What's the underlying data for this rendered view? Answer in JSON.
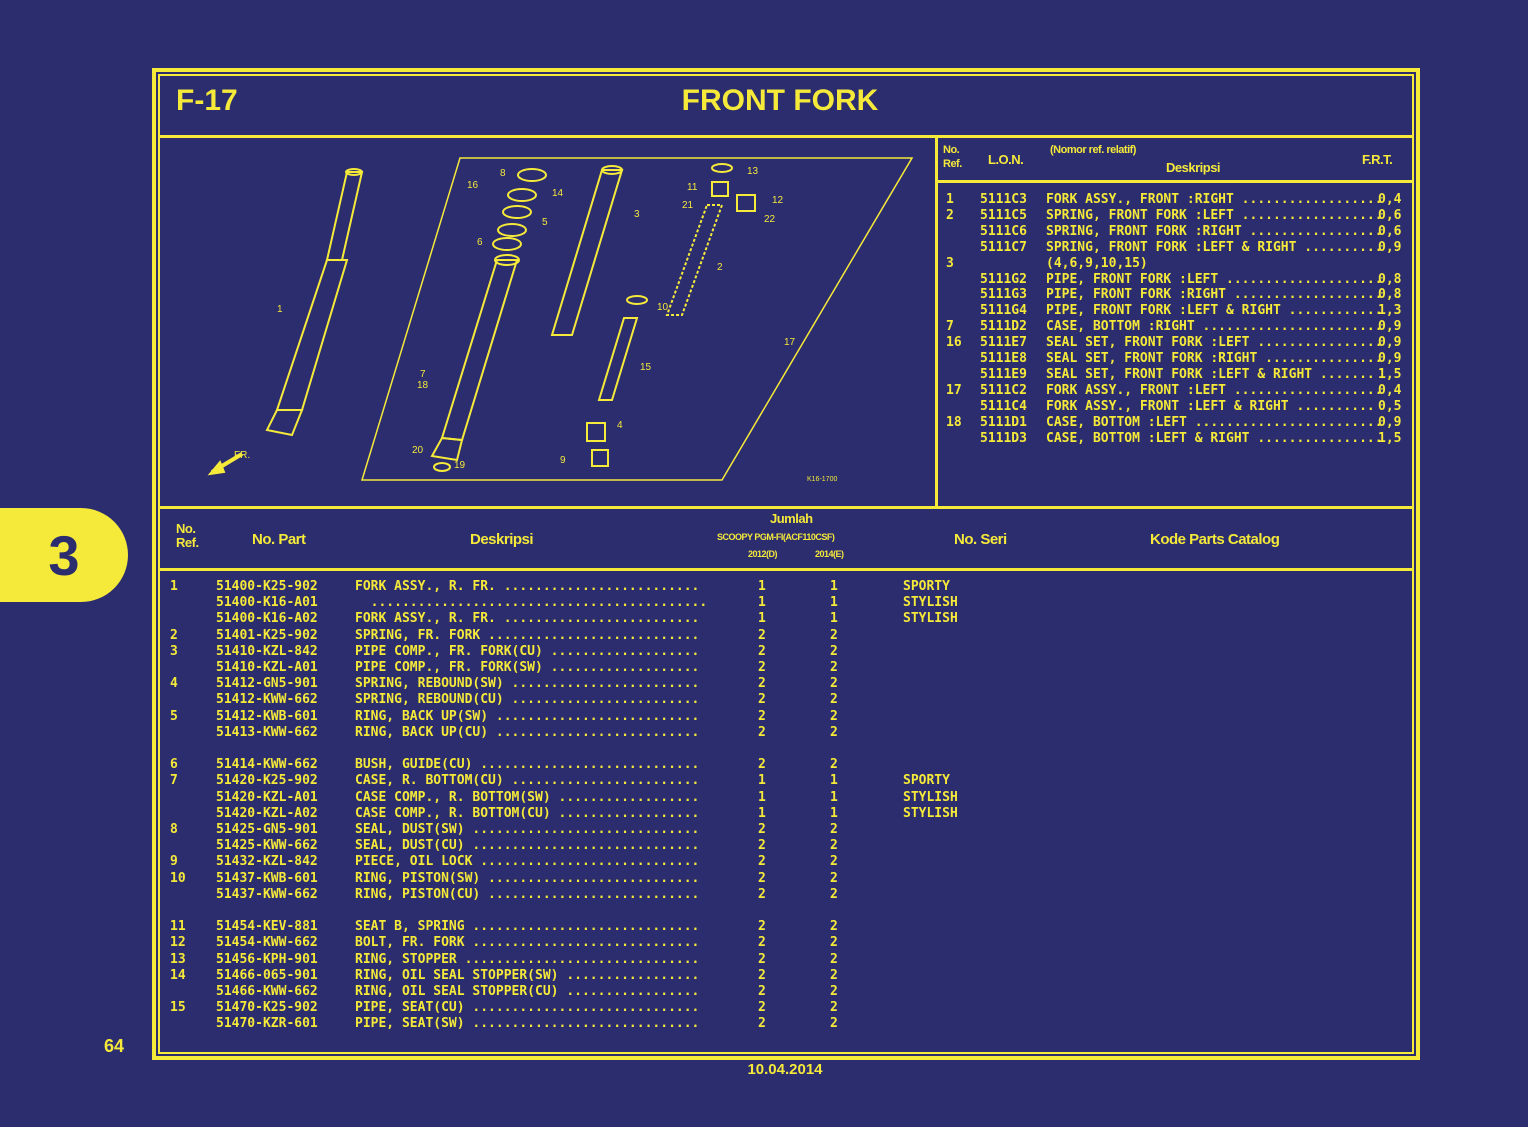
{
  "section_code": "F-17",
  "section_title": "FRONT FORK",
  "chapter_tab": "3",
  "page_number": "64",
  "date": "10.04.2014",
  "colors": {
    "background": "#2b2d6e",
    "accent": "#f5e93a"
  },
  "ref_table": {
    "headers": {
      "no_ref": "No.\nRef.",
      "lon": "L.O.N.",
      "note": "(Nomor ref. relatif)",
      "desc": "Deskripsi",
      "frt": "F.R.T."
    },
    "rows": [
      {
        "ref": "1",
        "lon": "5111C3",
        "desc": "FORK ASSY., FRONT :RIGHT ..................",
        "frt": "0,4"
      },
      {
        "ref": "2",
        "lon": "5111C5",
        "desc": "SPRING, FRONT FORK :LEFT ..................",
        "frt": "0,6"
      },
      {
        "ref": "",
        "lon": "5111C6",
        "desc": "SPRING, FRONT FORK :RIGHT .................",
        "frt": "0,6"
      },
      {
        "ref": "",
        "lon": "5111C7",
        "desc": "SPRING, FRONT FORK :LEFT & RIGHT ..........",
        "frt": "0,9"
      },
      {
        "ref": "3",
        "lon": "",
        "desc": "(4,6,9,10,15)",
        "frt": ""
      },
      {
        "ref": "",
        "lon": "5111G2",
        "desc": "PIPE, FRONT FORK :LEFT ....................",
        "frt": "0,8"
      },
      {
        "ref": "",
        "lon": "5111G3",
        "desc": "PIPE, FRONT FORK :RIGHT ...................",
        "frt": "0,8"
      },
      {
        "ref": "",
        "lon": "5111G4",
        "desc": "PIPE, FRONT FORK :LEFT & RIGHT ............",
        "frt": "1,3"
      },
      {
        "ref": "7",
        "lon": "5111D2",
        "desc": "CASE, BOTTOM :RIGHT .......................",
        "frt": "0,9"
      },
      {
        "ref": "16",
        "lon": "5111E7",
        "desc": "SEAL SET, FRONT FORK :LEFT ................",
        "frt": "0,9"
      },
      {
        "ref": "",
        "lon": "5111E8",
        "desc": "SEAL SET, FRONT FORK :RIGHT ...............",
        "frt": "0,9"
      },
      {
        "ref": "",
        "lon": "5111E9",
        "desc": "SEAL SET, FRONT FORK :LEFT & RIGHT .......",
        "frt": "1,5"
      },
      {
        "ref": "17",
        "lon": "5111C2",
        "desc": "FORK ASSY., FRONT :LEFT ...................",
        "frt": "0,4"
      },
      {
        "ref": "",
        "lon": "5111C4",
        "desc": "FORK ASSY., FRONT :LEFT & RIGHT ..........",
        "frt": "0,5"
      },
      {
        "ref": "18",
        "lon": "5111D1",
        "desc": "CASE, BOTTOM :LEFT ........................",
        "frt": "0,9"
      },
      {
        "ref": "",
        "lon": "5111D3",
        "desc": "CASE, BOTTOM :LEFT & RIGHT ................",
        "frt": "1,5"
      }
    ]
  },
  "parts_table": {
    "headers": {
      "no_ref": "No.\nRef.",
      "no_part": "No. Part",
      "desc": "Deskripsi",
      "jumlah": "Jumlah",
      "model": "SCOOPY PGM-FI(ACF110CSF)",
      "col_a": "2012(D)",
      "col_b": "2014(E)",
      "no_seri": "No. Seri",
      "kode": "Kode Parts Catalog"
    },
    "rows": [
      {
        "ref": "1",
        "part": "51400-K25-902",
        "desc": "FORK ASSY., R. FR. .........................",
        "a": "1",
        "b": "1",
        "seri": "SPORTY"
      },
      {
        "ref": "",
        "part": "51400-K16-A01",
        "desc": "  ...........................................",
        "a": "1",
        "b": "1",
        "seri": "STYLISH"
      },
      {
        "ref": "",
        "part": "51400-K16-A02",
        "desc": "FORK ASSY., R. FR. .........................",
        "a": "1",
        "b": "1",
        "seri": "STYLISH"
      },
      {
        "ref": "2",
        "part": "51401-K25-902",
        "desc": "SPRING, FR. FORK ...........................",
        "a": "2",
        "b": "2",
        "seri": ""
      },
      {
        "ref": "3",
        "part": "51410-KZL-842",
        "desc": "PIPE COMP., FR. FORK(CU) ...................",
        "a": "2",
        "b": "2",
        "seri": ""
      },
      {
        "ref": "",
        "part": "51410-KZL-A01",
        "desc": "PIPE COMP., FR. FORK(SW) ...................",
        "a": "2",
        "b": "2",
        "seri": ""
      },
      {
        "ref": "4",
        "part": "51412-GN5-901",
        "desc": "SPRING, REBOUND(SW) ........................",
        "a": "2",
        "b": "2",
        "seri": ""
      },
      {
        "ref": "",
        "part": "51412-KWW-662",
        "desc": "SPRING, REBOUND(CU) ........................",
        "a": "2",
        "b": "2",
        "seri": ""
      },
      {
        "ref": "5",
        "part": "51412-KWB-601",
        "desc": "RING, BACK UP(SW) ..........................",
        "a": "2",
        "b": "2",
        "seri": ""
      },
      {
        "ref": "",
        "part": "51413-KWW-662",
        "desc": "RING, BACK UP(CU) ..........................",
        "a": "2",
        "b": "2",
        "seri": ""
      },
      {
        "ref": "",
        "part": "",
        "desc": "",
        "a": "",
        "b": "",
        "seri": ""
      },
      {
        "ref": "6",
        "part": "51414-KWW-662",
        "desc": "BUSH, GUIDE(CU) ............................",
        "a": "2",
        "b": "2",
        "seri": ""
      },
      {
        "ref": "7",
        "part": "51420-K25-902",
        "desc": "CASE, R. BOTTOM(CU) ........................",
        "a": "1",
        "b": "1",
        "seri": "SPORTY"
      },
      {
        "ref": "",
        "part": "51420-KZL-A01",
        "desc": "CASE COMP., R. BOTTOM(SW) ..................",
        "a": "1",
        "b": "1",
        "seri": "STYLISH"
      },
      {
        "ref": "",
        "part": "51420-KZL-A02",
        "desc": "CASE COMP., R. BOTTOM(CU) ..................",
        "a": "1",
        "b": "1",
        "seri": "STYLISH"
      },
      {
        "ref": "8",
        "part": "51425-GN5-901",
        "desc": "SEAL, DUST(SW) .............................",
        "a": "2",
        "b": "2",
        "seri": ""
      },
      {
        "ref": "",
        "part": "51425-KWW-662",
        "desc": "SEAL, DUST(CU) .............................",
        "a": "2",
        "b": "2",
        "seri": ""
      },
      {
        "ref": "9",
        "part": "51432-KZL-842",
        "desc": "PIECE, OIL LOCK ............................",
        "a": "2",
        "b": "2",
        "seri": ""
      },
      {
        "ref": "10",
        "part": "51437-KWB-601",
        "desc": "RING, PISTON(SW) ...........................",
        "a": "2",
        "b": "2",
        "seri": ""
      },
      {
        "ref": "",
        "part": "51437-KWW-662",
        "desc": "RING, PISTON(CU) ...........................",
        "a": "2",
        "b": "2",
        "seri": ""
      },
      {
        "ref": "",
        "part": "",
        "desc": "",
        "a": "",
        "b": "",
        "seri": ""
      },
      {
        "ref": "11",
        "part": "51454-KEV-881",
        "desc": "SEAT B, SPRING .............................",
        "a": "2",
        "b": "2",
        "seri": ""
      },
      {
        "ref": "12",
        "part": "51454-KWW-662",
        "desc": "BOLT, FR. FORK .............................",
        "a": "2",
        "b": "2",
        "seri": ""
      },
      {
        "ref": "13",
        "part": "51456-KPH-901",
        "desc": "RING, STOPPER ..............................",
        "a": "2",
        "b": "2",
        "seri": ""
      },
      {
        "ref": "14",
        "part": "51466-065-901",
        "desc": "RING, OIL SEAL STOPPER(SW) .................",
        "a": "2",
        "b": "2",
        "seri": ""
      },
      {
        "ref": "",
        "part": "51466-KWW-662",
        "desc": "RING, OIL SEAL STOPPER(CU) .................",
        "a": "2",
        "b": "2",
        "seri": ""
      },
      {
        "ref": "15",
        "part": "51470-K25-902",
        "desc": "PIPE, SEAT(CU) .............................",
        "a": "2",
        "b": "2",
        "seri": ""
      },
      {
        "ref": "",
        "part": "51470-KZR-601",
        "desc": "PIPE, SEAT(SW) .............................",
        "a": "2",
        "b": "2",
        "seri": ""
      }
    ]
  },
  "diagram": {
    "callouts": [
      "1",
      "2",
      "3",
      "4",
      "5",
      "6",
      "7",
      "8",
      "9",
      "10",
      "11",
      "12",
      "13",
      "14",
      "15",
      "16",
      "17",
      "18",
      "19",
      "20",
      "21",
      "22"
    ],
    "direction_label": "FR.",
    "figure_code": "K16-1700"
  }
}
